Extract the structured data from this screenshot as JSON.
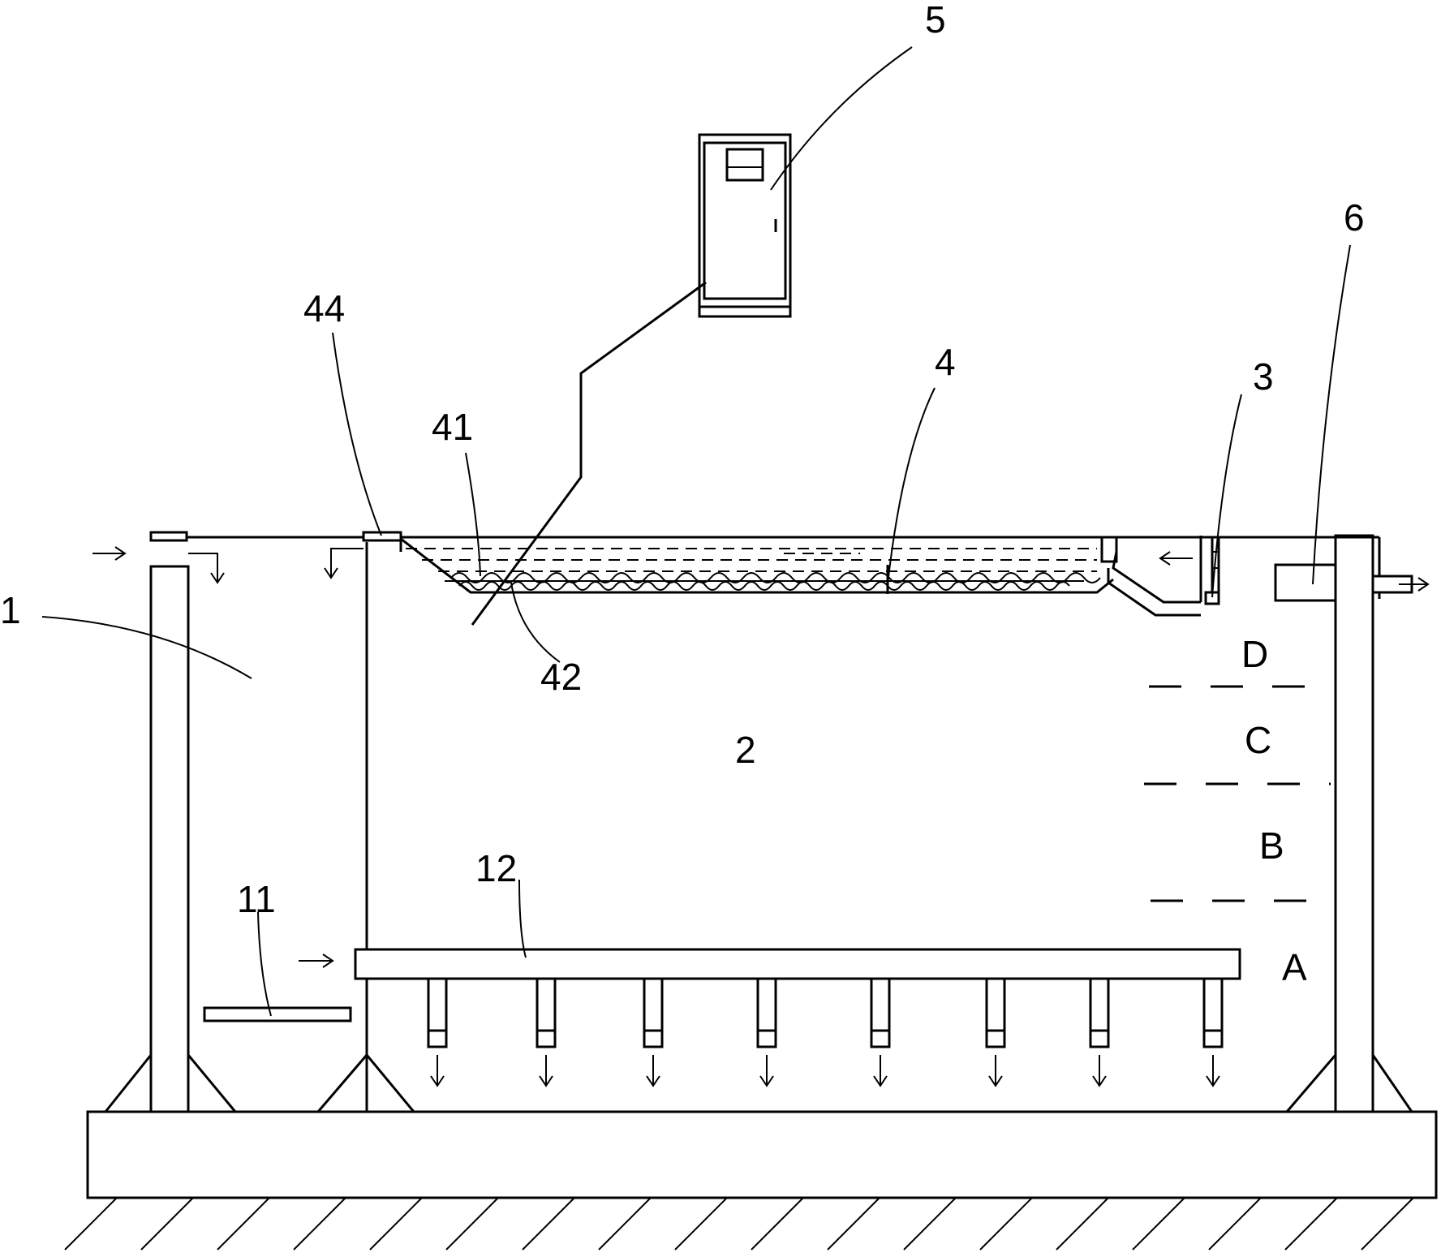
{
  "labels": {
    "l1": "1",
    "l2": "2",
    "l3": "3",
    "l4": "4",
    "l5": "5",
    "l6": "6",
    "l11": "11",
    "l12": "12",
    "l41": "41",
    "l42": "42",
    "l44": "44"
  },
  "zones": {
    "a": "A",
    "b": "B",
    "c": "C",
    "d": "D"
  },
  "colors": {
    "line": "#000000",
    "background": "#ffffff"
  }
}
